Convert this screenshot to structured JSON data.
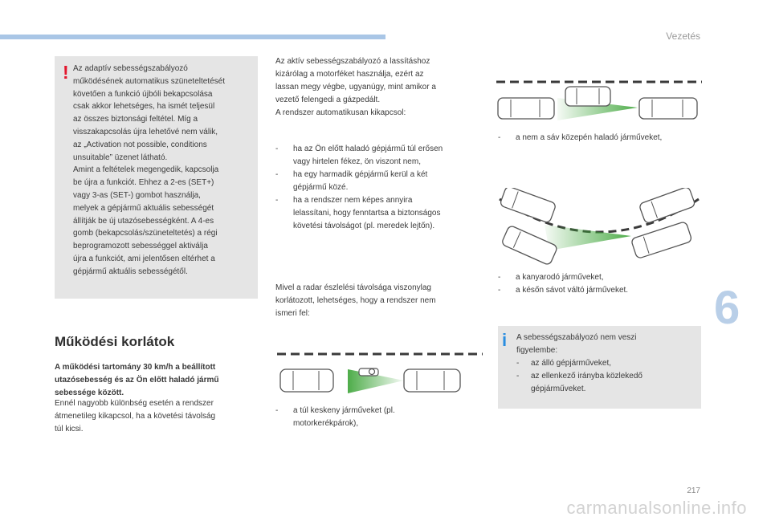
{
  "header": {
    "section": "Vezetés"
  },
  "chapter_number": "6",
  "page_number": "217",
  "watermark": "carmanualsonline.info",
  "warning": {
    "icon": "exclamation-mark",
    "icon_char": "!",
    "lines": [
      "Az adaptív sebességszabályozó",
      "működésének automatikus szüneteltetését",
      "követően a funkció újbóli bekapcsolása",
      "csak akkor lehetséges, ha ismét teljesül",
      "az összes biztonsági feltétel. Míg a",
      "visszakapcsolás újra lehetővé nem válik,",
      "az „Activation not possible, conditions",
      "unsuitable” üzenet látható.",
      "Amint a feltételek megengedik, kapcsolja",
      "be újra a funkciót. Ehhez a 2-es (SET+)",
      "vagy 3-as (SET-) gombot használja,",
      "melyek a gépjármű aktuális sebességét",
      "állítják be új utazósebességként. A 4-es",
      "gomb (bekapcsolás/szüneteltetés) a régi",
      "beprogramozott sebességgel aktiválja",
      "újra a funkciót, ami jelentősen eltérhet a",
      "gépjármű aktuális sebességétől."
    ]
  },
  "limits": {
    "heading": "Működési korlátok",
    "subheading_lines": [
      "A működési tartomány 30 km/h a beállított",
      "utazósebesség és az Ön előtt haladó jármű",
      "sebessége között."
    ],
    "body_lines": [
      "Ennél nagyobb különbség esetén a rendszer",
      "átmenetileg kikapcsol, ha a követési távolság",
      "túl kicsi."
    ]
  },
  "column2": {
    "intro_lines": [
      "Az aktív sebességszabályozó a lassításhoz",
      "kizárólag a motorféket használja, ezért az",
      "lassan megy végbe, ugyanúgy, mint amikor a",
      "vezető felengedi a gázpedált.",
      "A rendszer automatikusan kikapcsol:"
    ],
    "list": [
      {
        "lines": [
          "ha az Ön előtt haladó gépjármű túl erősen",
          "vagy hirtelen fékez, ön viszont nem,"
        ]
      },
      {
        "lines": [
          "ha egy harmadik gépjármű kerül a két",
          "gépjármű közé."
        ]
      },
      {
        "lines": [
          "ha a rendszer nem képes annyira",
          "lelassítani, hogy fenntartsa a biztonságos",
          "követési távolságot (pl. meredek lejtőn)."
        ]
      }
    ],
    "radar_lines": [
      "Mivel a radar észlelési távolsága viszonylag",
      "korlátozott, lehetséges, hogy a rendszer nem",
      "ismeri fel:"
    ],
    "motorcycle_item": {
      "lines": [
        "a túl keskeny járműveket (pl.",
        "motorkerékpárok),"
      ]
    }
  },
  "column3": {
    "lane_item": {
      "lines": [
        "a nem a sáv közepén haladó járműveket,"
      ]
    },
    "curve_items": [
      {
        "lines": [
          "a kanyarodó járműveket,"
        ]
      },
      {
        "lines": [
          "a későn sávot váltó járműveket."
        ]
      }
    ],
    "info": {
      "icon": "info-i",
      "icon_char": "i",
      "lines": [
        "A sebességszabályozó nem veszi",
        "figyelembe:"
      ],
      "items": [
        {
          "lines": [
            "az álló gépjárműveket,"
          ]
        },
        {
          "lines": [
            "az ellenkező irányba közlekedő",
            "gépjárműveket."
          ]
        }
      ]
    }
  },
  "colors": {
    "accent_blue": "#a9c6e6",
    "chapter_blue": "#b9cfe8",
    "warning_red": "#e3162d",
    "info_blue": "#2a8de0",
    "box_grey": "#e5e5e5",
    "radar_green": "#3aa335"
  }
}
